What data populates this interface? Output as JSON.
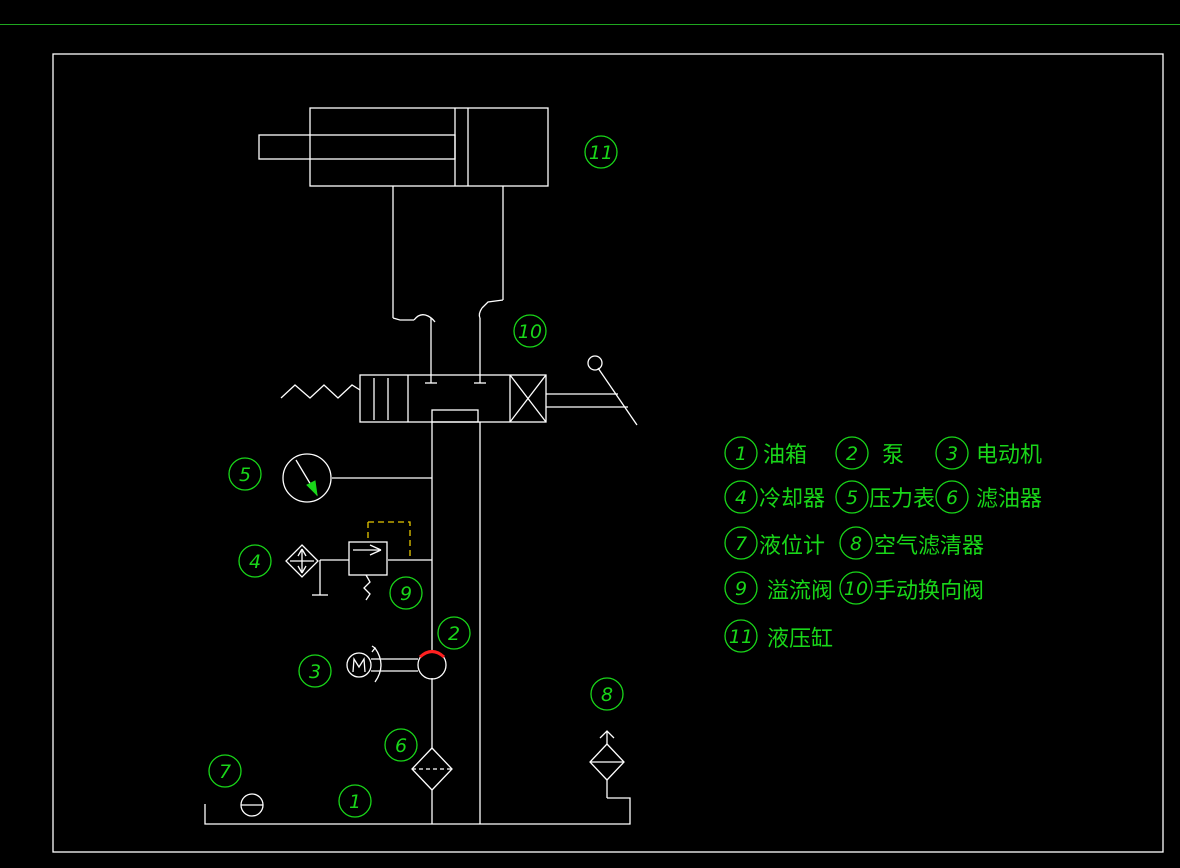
{
  "callouts": {
    "c1": "1",
    "c2": "2",
    "c3": "3",
    "c4": "4",
    "c5": "5",
    "c6": "6",
    "c7": "7",
    "c8": "8",
    "c9": "9",
    "c10": "10",
    "c11": "11"
  },
  "legend": [
    {
      "num": "1",
      "text": "油箱"
    },
    {
      "num": "2",
      "text": "泵"
    },
    {
      "num": "3",
      "text": "电动机"
    },
    {
      "num": "4",
      "text": "冷却器"
    },
    {
      "num": "5",
      "text": "压力表"
    },
    {
      "num": "6",
      "text": "滤油器"
    },
    {
      "num": "7",
      "text": "液位计"
    },
    {
      "num": "8",
      "text": "空气滤清器"
    },
    {
      "num": "9",
      "text": "溢流阀"
    },
    {
      "num": "10",
      "text": "手动换向阀"
    },
    {
      "num": "11",
      "text": "液压缸"
    }
  ],
  "colors": {
    "line": "#ffffff",
    "annotation": "#19d619",
    "pump_mark": "#ff2020",
    "background": "#000000"
  }
}
